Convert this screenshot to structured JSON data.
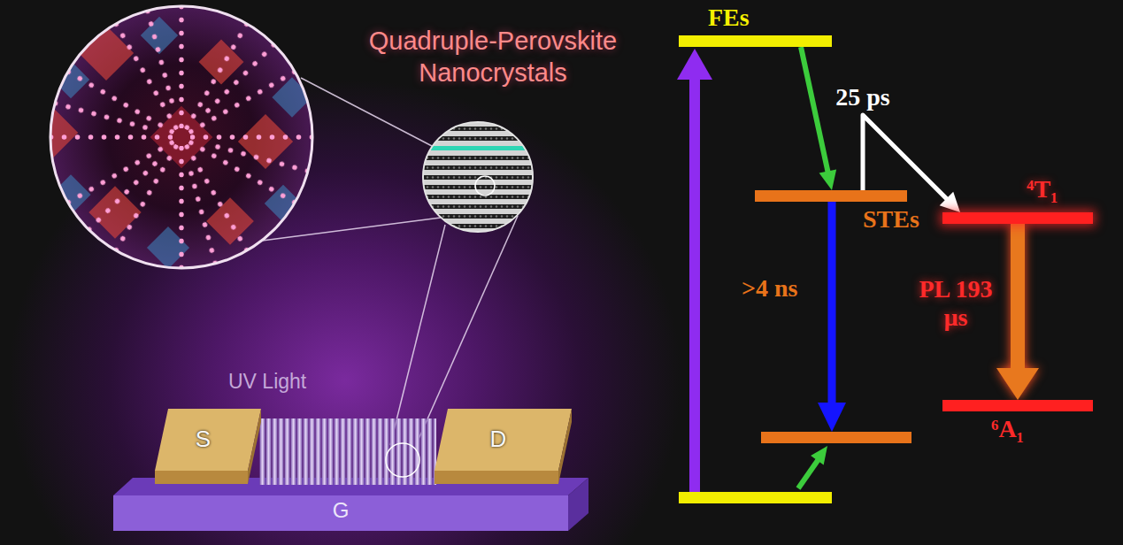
{
  "diagram": {
    "title": "Quadruple-Perovskite Nanocrystals",
    "nodes": [
      {
        "text": [
          "G"
        ]
      },
      {
        "text": [
          "S"
        ],
        "in": 0
      },
      {
        "text": [
          "D"
        ],
        "in": 0
      },
      {
        "text": [
          "FEs"
        ]
      },
      {
        "text": [
          "STEs"
        ]
      },
      {
        "text": [
          "⁴T₁"
        ]
      },
      {
        "text": [
          "⁶A₁"
        ]
      }
    ],
    "edges": [
      {
        "from": 3,
        "to": 4,
        "arrow": "to"
      },
      {
        "from": 4,
        "to": 5,
        "label": "25 ps",
        "arrow": "to"
      },
      {
        "from": 5,
        "to": 6,
        "label": "PL 193 µs",
        "arrow": "to"
      }
    ],
    "labels": [
      "UV Light",
      ">4 ns"
    ]
  }
}
